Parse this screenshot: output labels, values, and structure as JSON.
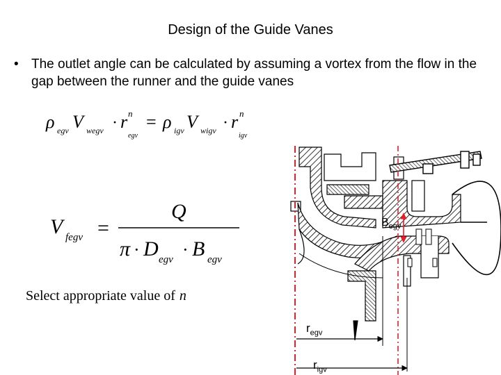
{
  "slide": {
    "title": "Design of the Guide Vanes",
    "bullet": "The outlet angle can be calculated by assuming a vortex from the flow in the gap between the runner and the guide vanes",
    "select_text": "Select appropriate value of",
    "select_var": "n"
  },
  "equation1": {
    "rho": "ρ",
    "egv": "egv",
    "V": "V",
    "wegv": "wegv",
    "dot": "·",
    "r": "r",
    "n": "n",
    "eq": "=",
    "igv": "igv",
    "wigv": "wigv"
  },
  "equation2": {
    "V": "V",
    "fegv": "fegv",
    "eq": "=",
    "Q": "Q",
    "pi": "π",
    "dot": "·",
    "D": "D",
    "egv": "egv",
    "B": "B"
  },
  "drawing": {
    "B_label": "B",
    "B_sub": "egv",
    "r_label": "r",
    "r_egv_sub": "egv",
    "r_igv_sub": "igv"
  },
  "colors": {
    "accent": "#e0202a",
    "ink": "#000000"
  }
}
